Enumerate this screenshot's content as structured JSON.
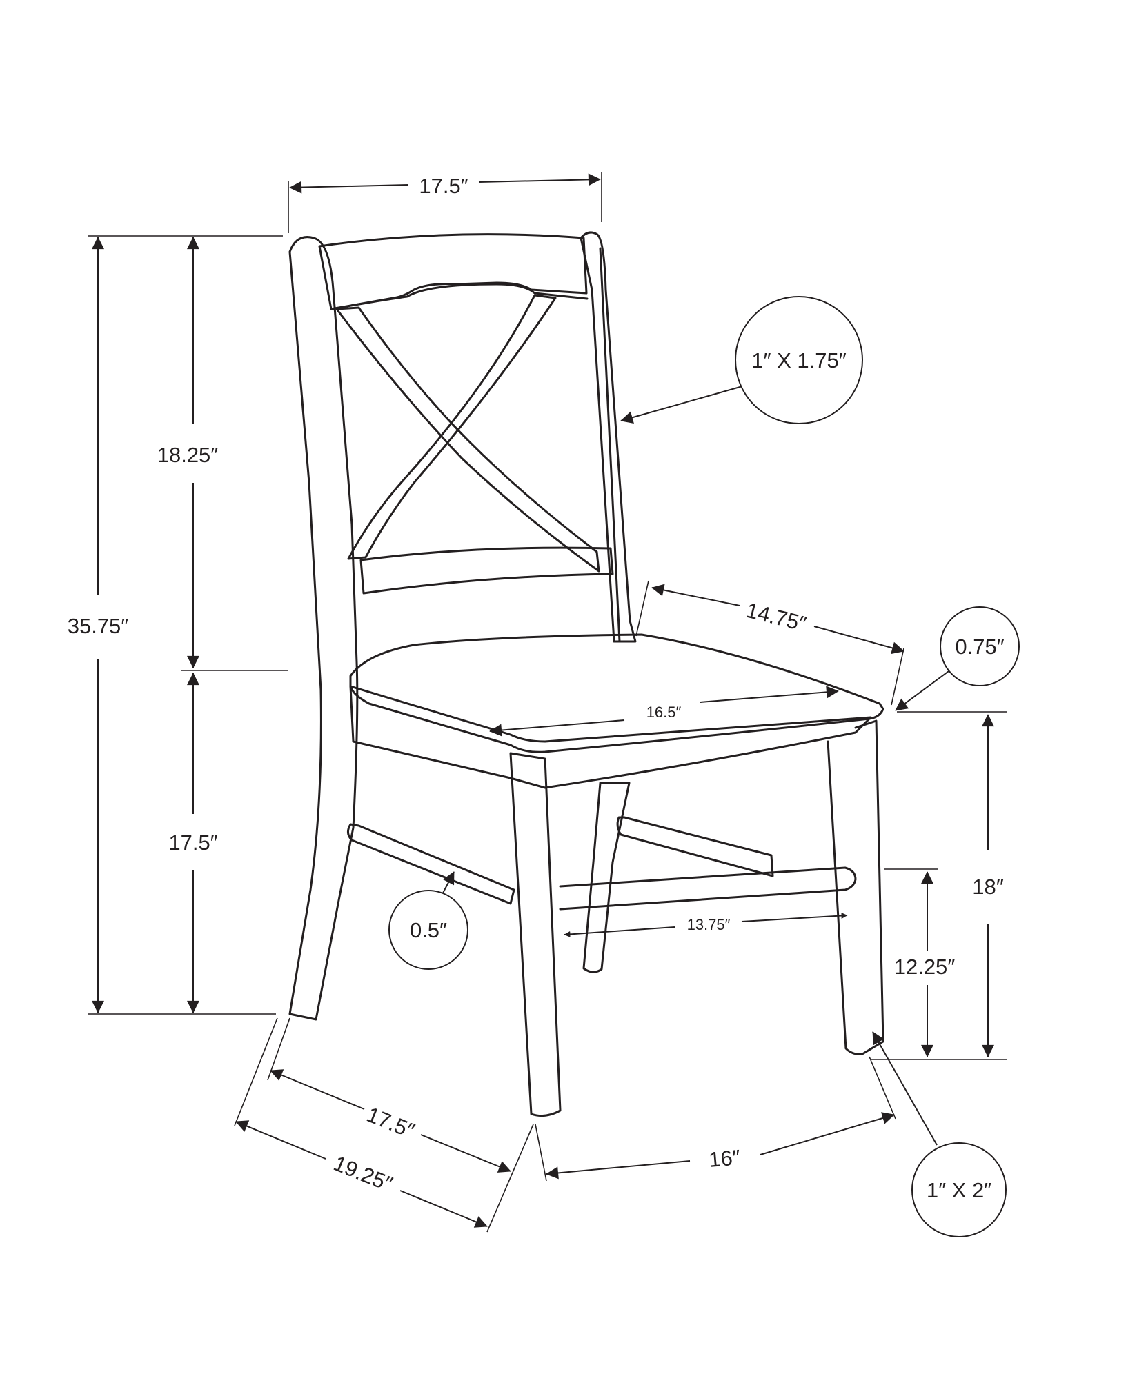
{
  "colors": {
    "line": "#231f20",
    "background": "#ffffff"
  },
  "dimensions": {
    "top_width": "17.5″",
    "overall_height": "35.75″",
    "back_height": "18.25″",
    "seat_height_left": "17.5″",
    "seat_depth": "14.75″",
    "seat_width": "16.5″",
    "stretcher_width": "13.75″",
    "seat_height_right": "18″",
    "stretcher_height": "12.25″",
    "base_depth_inner": "17.5″",
    "base_depth_outer": "19.25″",
    "base_width": "16″"
  },
  "callouts": {
    "back_post": "1″ X 1.75″",
    "seat_thickness": "0.75″",
    "stretcher": "0.5″",
    "leg": "1″ X 2″"
  }
}
